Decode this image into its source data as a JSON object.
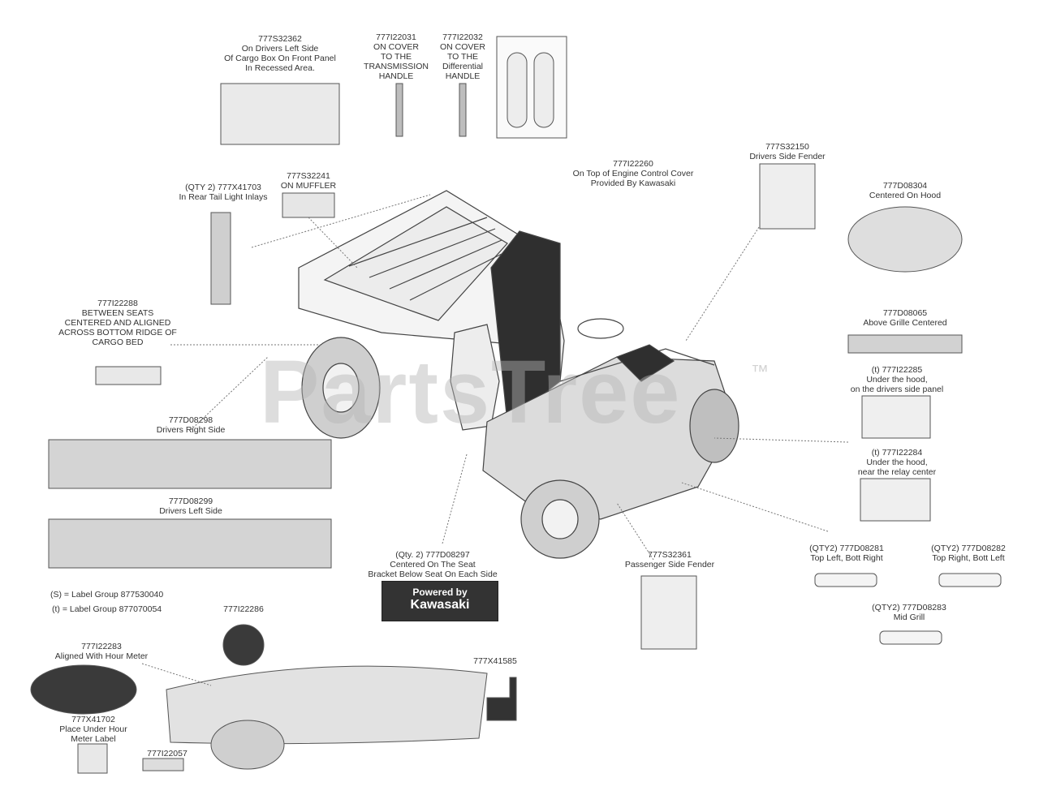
{
  "watermark": {
    "text": "PartsTree",
    "tm": "™"
  },
  "legend": {
    "s": "(S) = Label Group 877530040",
    "t": "(t) = Label Group 877070054"
  },
  "labels": {
    "a": [
      "777S32362",
      "On Drivers Left Side",
      "Of Cargo Box On Front Panel",
      "In Recessed Area."
    ],
    "b": [
      "777I22031",
      "ON COVER",
      "TO THE",
      "TRANSMISSION",
      "HANDLE"
    ],
    "c": [
      "777I22032",
      "ON COVER",
      "TO THE",
      "Differential",
      "HANDLE"
    ],
    "d": [
      "(QTY 2) 777X41703",
      "In Rear Tail Light Inlays"
    ],
    "e": [
      "777S32241",
      "ON MUFFLER"
    ],
    "f": [
      "777I22260",
      "On Top of Engine Control Cover",
      "Provided By Kawasaki"
    ],
    "g": [
      "777S32150",
      "Drivers Side Fender"
    ],
    "h": [
      "777D08304",
      "Centered On Hood"
    ],
    "i": [
      "777I22288",
      "BETWEEN SEATS",
      "CENTERED AND ALIGNED",
      "ACROSS BOTTOM RIDGE OF",
      "CARGO BED"
    ],
    "j": [
      "777D08065",
      "Above Grille Centered"
    ],
    "k": [
      "(t) 777I22285",
      "Under the hood,",
      "on the drivers side panel"
    ],
    "l": [
      "777D08298",
      "Drivers Right Side"
    ],
    "m": [
      "(t) 777I22284",
      "Under the hood,",
      "near the relay center"
    ],
    "n": [
      "777D08299",
      "Drivers Left Side"
    ],
    "o": [
      "(Qty. 2) 777D08297",
      "Centered On The Seat",
      "Bracket Below Seat On Each Side"
    ],
    "p": [
      "777S32361",
      "Passenger Side Fender"
    ],
    "q": [
      "(QTY2) 777D08281",
      "Top Left, Bott Right"
    ],
    "r": [
      "(QTY2) 777D08282",
      "Top Right, Bott Left"
    ],
    "s": [
      "(QTY2) 777D08283",
      "Mid Grill"
    ],
    "t": [
      "777I22286"
    ],
    "u": [
      "777I22283",
      "Aligned With Hour Meter"
    ],
    "v": [
      "777X41585"
    ],
    "w": [
      "777X41702",
      "Place Under Hour",
      "Meter Label"
    ],
    "x": [
      "777I22057"
    ]
  },
  "badge": {
    "line1": "Powered by",
    "line2": "Kawasaki"
  },
  "colors": {
    "ink": "#333333",
    "decal": "#e6e6e6",
    "dark": "#2b2b2b",
    "watermark": "#bbbbbb"
  }
}
